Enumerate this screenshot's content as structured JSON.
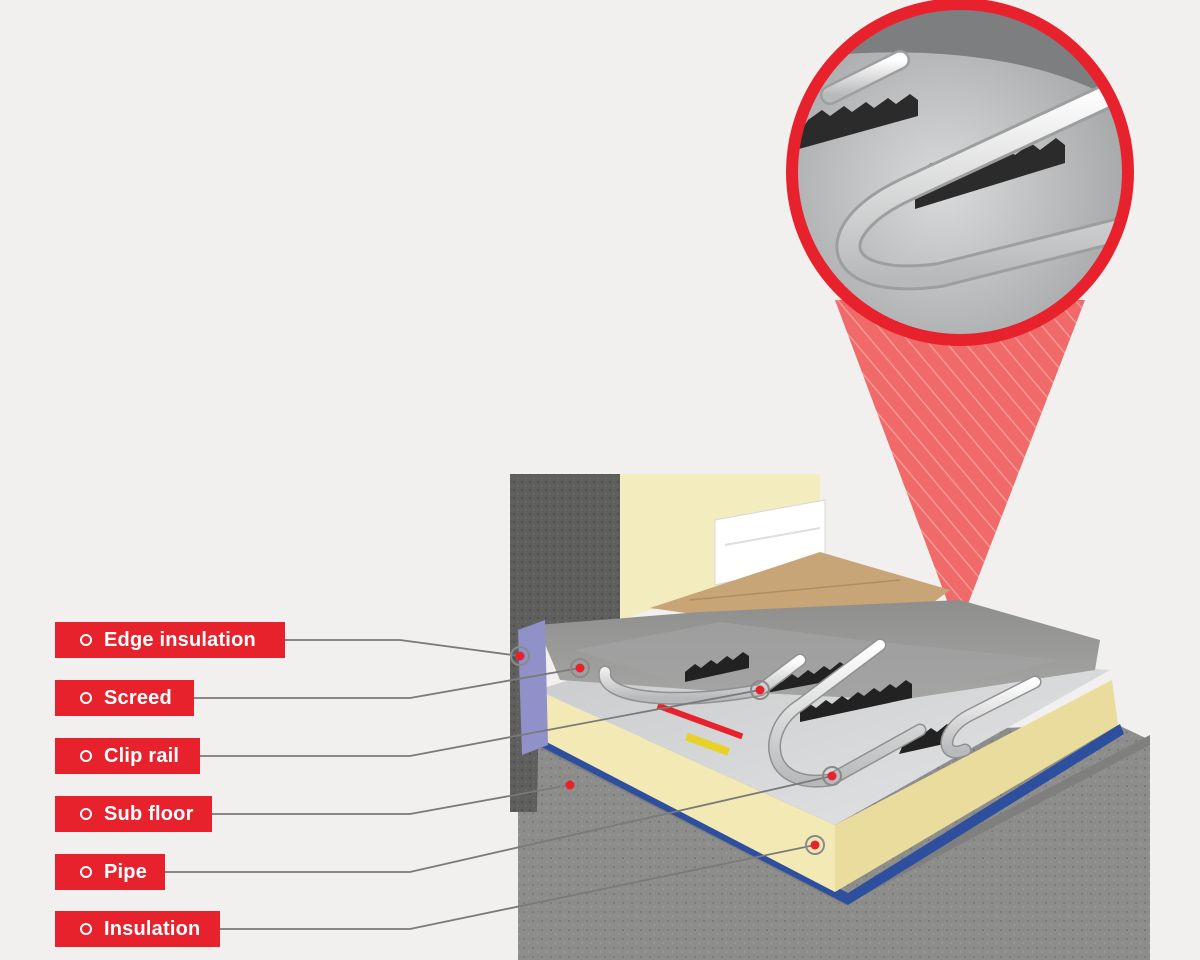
{
  "labels": [
    {
      "id": "edge-insulation",
      "text": "Edge insulation"
    },
    {
      "id": "screed",
      "text": "Screed"
    },
    {
      "id": "clip-rail",
      "text": "Clip rail"
    },
    {
      "id": "sub-floor",
      "text": "Sub floor"
    },
    {
      "id": "pipe",
      "text": "Pipe"
    },
    {
      "id": "insulation",
      "text": "Insulation"
    }
  ],
  "colors": {
    "accent": "#e8222d",
    "background": "#f1f0ee",
    "leader_line": "#7a7a7a",
    "concrete": "#8d8d8b",
    "insulation_board": "#f3e9b4",
    "foil": "#d9dadb",
    "membrane": "#2d4f9e",
    "edge_strip": "#8f91c8",
    "wall": "#f2ecbf",
    "timber": "#c8a576"
  },
  "icons": [
    "bullet-ring-icon",
    "pin-marker-icon"
  ]
}
